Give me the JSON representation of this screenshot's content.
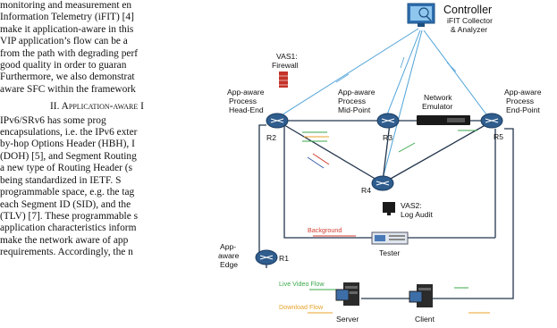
{
  "paper": {
    "lines_before": [
      "monitoring and measurement en",
      "Information Telemetry (iFIT) [4]",
      "make it application-aware in this",
      "VIP application’s flow can be a",
      "from the path with degrading perf",
      "good quality in order to guaran",
      "Furthermore, we also demonstrat",
      "aware SFC within the framework"
    ],
    "section_heading": "II. Application-aware I",
    "lines_after": [
      "IPv6/SRv6 has some prog",
      "encapsulations, i.e. the IPv6 exter",
      "by-hop Options Header (HBH), I",
      "(DOH) [5], and Segment Routing",
      "a new type of Routing Header (s",
      "being standardized in IETF. S",
      "programmable space, e.g. the tag",
      "each Segment ID (SID), and the",
      "(TLV) [7]. These programmable s",
      "application characteristics inform",
      "make the network aware of app",
      "requirements. Accordingly, the n"
    ]
  },
  "figure": {
    "controller_title": "Controller",
    "controller_sub1": "iFIT Collector",
    "controller_sub2": "& Analyzer",
    "vas1_line1": "VAS1:",
    "vas1_line2": "Firewall",
    "head_end": [
      "App-aware",
      "Process",
      "Head-End"
    ],
    "mid_point": [
      "App-aware",
      "Process",
      "Mid-Point"
    ],
    "end_point": [
      "App-aware",
      "Process",
      "End-Point"
    ],
    "emulator": [
      "Network",
      "Emulator"
    ],
    "edge": [
      "App-",
      "aware",
      "Edge"
    ],
    "r1": "R1",
    "r2": "R2",
    "r3": "R3",
    "r4": "R4",
    "r5": "R5",
    "vas2_line1": "VAS2:",
    "vas2_line2": "Log Audit",
    "background": "Background",
    "tester": "Tester",
    "live_video": "Live Video Flow",
    "download": "Download Flow",
    "server": "Server",
    "client": "Client",
    "colors": {
      "router": "#2f5d8e",
      "red": "#d43c30",
      "green": "#3aa84a",
      "yellow": "#e8a22a",
      "link": "#23364d",
      "ctrl_link": "#4fa3d8"
    }
  }
}
